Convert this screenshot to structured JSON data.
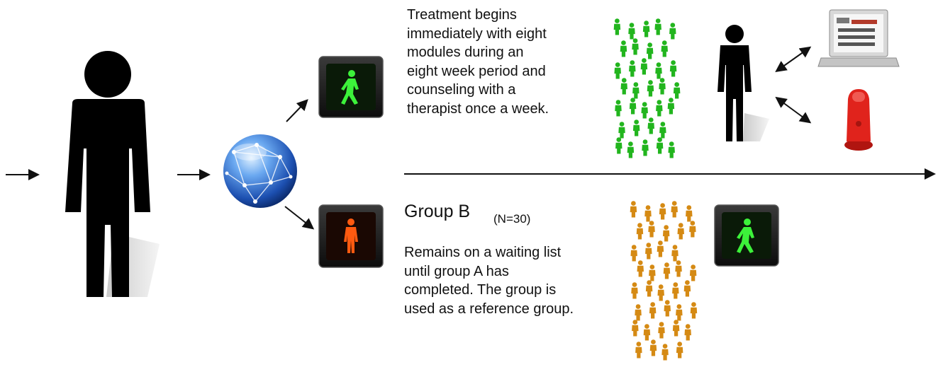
{
  "group_a": {
    "description_lines": [
      "Treatment begins",
      "immediately with eight",
      "modules during an",
      "eight  week period and",
      "counseling with a",
      "therapist once a week."
    ]
  },
  "group_b": {
    "title": "Group B",
    "n_label": "(N=30)",
    "description_lines": [
      "Remains on a waiting list",
      "until group A  has",
      "completed. The group is",
      "used as a reference group."
    ]
  },
  "colors": {
    "group_a_people": "#22b51e",
    "group_b_people": "#d58a14",
    "signal_walk": "#3cf23a",
    "signal_stop": "#ff5a10",
    "phone": "#e0231c",
    "globe": "#2f72d8"
  },
  "icons": [
    "person-icon",
    "globe-icon",
    "walk-signal-icon",
    "stop-signal-icon",
    "laptop-icon",
    "phone-icon"
  ]
}
